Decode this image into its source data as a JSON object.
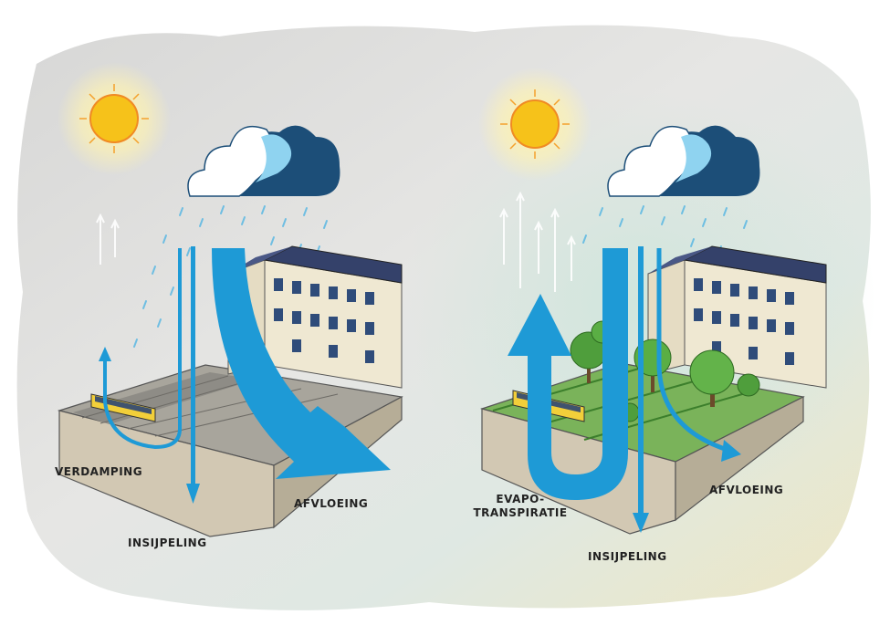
{
  "left_panel": {
    "labels": {
      "evaporation": "VERDAMPING",
      "infiltration": "INSIJPELING",
      "runoff": "AFVLOEING"
    }
  },
  "right_panel": {
    "labels": {
      "evapotranspiration_line1": "EVAPO-",
      "evapotranspiration_line2": "TRANSPIRATIE",
      "infiltration": "INSIJPELING",
      "runoff": "AFVLOEING"
    }
  },
  "colors": {
    "water_arrow": "#1e9ad6",
    "cloud_dark": "#1c4e78",
    "cloud_light": "#8fd3f0",
    "sun": "#f6c21a",
    "roof": "#34416a",
    "building": "#efe8d2",
    "ground": "#c9c1ae",
    "grass": "#4f9e3c"
  }
}
